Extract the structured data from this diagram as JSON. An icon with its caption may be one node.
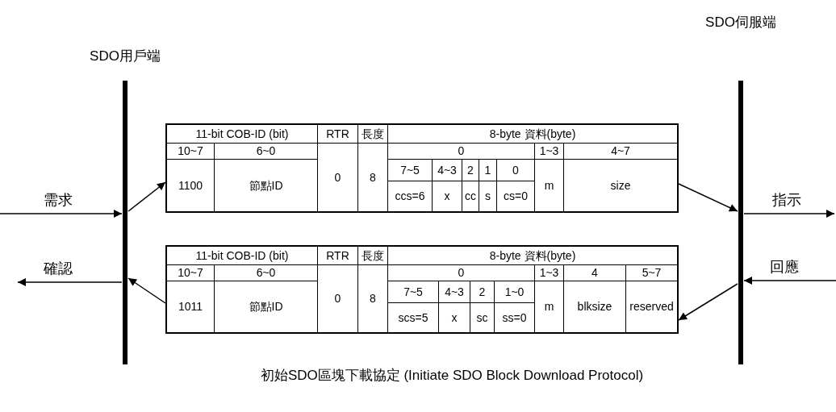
{
  "diagram": {
    "caption": "初始SDO區塊下載協定 (Initiate SDO Block Download Protocol)",
    "nodes": [
      {
        "text": [
          "SDO用戶端"
        ]
      },
      {
        "text": [
          "SDO伺服端"
        ]
      },
      {
        "text": [],
        "shape": "box"
      },
      {
        "text": [],
        "shape": "box"
      }
    ],
    "edges": [
      {
        "from": null,
        "to": 0,
        "arrow": "to",
        "label": "需求"
      },
      {
        "from": 0,
        "to": 2,
        "arrow": "to"
      },
      {
        "from": 2,
        "to": 1,
        "arrow": "to"
      },
      {
        "from": 1,
        "to": null,
        "arrow": "to",
        "label": "指示"
      },
      {
        "from": null,
        "to": 1,
        "arrow": "to",
        "label": "回應"
      },
      {
        "from": 1,
        "to": 3,
        "arrow": "to"
      },
      {
        "from": 3,
        "to": 0,
        "arrow": "to"
      },
      {
        "from": 0,
        "to": null,
        "arrow": "to",
        "label": "確認"
      }
    ],
    "labels": [
      "11-bit COB-ID (bit)",
      "RTR",
      "長度",
      "8-byte 資料(byte)",
      "10~7",
      "6~0",
      "0",
      "1~3",
      "4~7",
      "1100",
      "節點ID",
      "0",
      "8",
      "7~5",
      "4~3",
      "2",
      "1",
      "0",
      "m",
      "size",
      "ccs=6",
      "x",
      "cc",
      "s",
      "cs=0",
      "11-bit COB-ID (bit)",
      "RTR",
      "長度",
      "8-byte 資料(byte)",
      "10~7",
      "6~0",
      "0",
      "1~3",
      "4",
      "5~7",
      "1011",
      "節點ID",
      "0",
      "8",
      "7~5",
      "4~3",
      "2",
      "1~0",
      "m",
      "blksize",
      "reserved",
      "scs=5",
      "x",
      "sc",
      "ss=0"
    ]
  }
}
